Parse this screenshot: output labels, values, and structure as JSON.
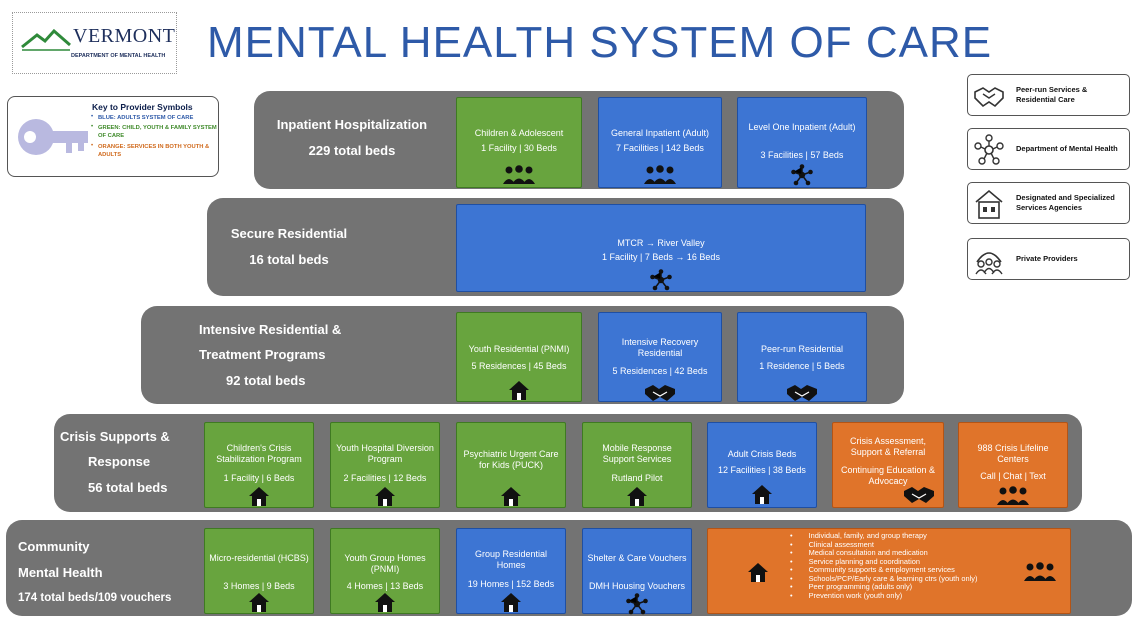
{
  "logo": {
    "name": "VERMONT",
    "department": "DEPARTMENT OF MENTAL HEALTH"
  },
  "title": "MENTAL HEALTH SYSTEM OF CARE",
  "key": {
    "title": "Key to Provider Symbols",
    "blue": "Blue: Adults system of care",
    "green": "Green: Child, Youth & Family system of care",
    "orange": "Orange: Services in both youth & Adults",
    "colors": {
      "blue": "#3d75d3",
      "green": "#68a43e",
      "orange": "#e0742a"
    }
  },
  "legend": [
    {
      "icon": "handshake-icon",
      "label": "Peer-run Services & Residential Care"
    },
    {
      "icon": "network-icon",
      "label": "Department of Mental Health"
    },
    {
      "icon": "building-icon",
      "label": "Designated and Specialized Services Agencies"
    },
    {
      "icon": "people-icon",
      "label": "Private Providers"
    }
  ],
  "tiers": {
    "inpatient": {
      "name": "Inpatient Hospitalization",
      "beds": "229 total beds"
    },
    "secure": {
      "name": "Secure Residential",
      "beds": "16 total beds"
    },
    "intensive": {
      "name1": "Intensive Residential &",
      "name2": "Treatment Programs",
      "beds": "92 total beds"
    },
    "crisis": {
      "name1": "Crisis Supports &",
      "name2": "Response",
      "beds": "56 total beds"
    },
    "community": {
      "name1": "Community",
      "name2": "Mental Health",
      "beds": "174 total beds/109 vouchers"
    }
  },
  "cards": {
    "children_adolescent": {
      "title": "Children & Adolescent",
      "detail": "1 Facility | 30 Beds",
      "icon": "people-icon"
    },
    "general_inpatient": {
      "title": "General Inpatient (Adult)",
      "detail": "7 Facilities | 142 Beds",
      "icon": "people-icon"
    },
    "level_one": {
      "title": "Level One Inpatient (Adult)",
      "detail": "3 Facilities | 57 Beds",
      "icon": "network-icon"
    },
    "mtcr": {
      "title": "MTCR → River Valley",
      "detail": "1 Facility | 7 Beds → 16 Beds",
      "icon": "network-icon"
    },
    "youth_residential": {
      "title": "Youth Residential (PNMI)",
      "detail": "5 Residences | 45 Beds",
      "icon": "house-icon"
    },
    "intensive_recovery": {
      "title": "Intensive Recovery Residential",
      "detail": "5 Residences | 42 Beds",
      "icon": "handshake-icon"
    },
    "peer_run": {
      "title": "Peer-run Residential",
      "detail": "1 Residence | 5 Beds",
      "icon": "handshake-icon"
    },
    "childrens_crisis": {
      "title": "Children's Crisis Stabilization Program",
      "detail": "1 Facility | 6 Beds",
      "icon": "house-icon"
    },
    "youth_hospital": {
      "title": "Youth Hospital Diversion Program",
      "detail": "2 Facilities | 12 Beds",
      "icon": "house-icon"
    },
    "puck": {
      "title": "Psychiatric Urgent Care for Kids (PUCK)",
      "icon": "house-icon"
    },
    "mobile_response": {
      "title": "Mobile Response Support Services",
      "detail": "Rutland Pilot",
      "icon": "house-icon"
    },
    "adult_crisis": {
      "title": "Adult Crisis Beds",
      "detail": "12 Facilities | 38 Beds",
      "icon": "house-icon"
    },
    "crisis_assessment": {
      "title": "Crisis Assessment, Support & Referral",
      "detail": "Continuing Education & Advocacy",
      "icon": "handshake-icon"
    },
    "crisis_988": {
      "title": "988 Crisis Lifeline Centers",
      "detail": "Call | Chat | Text",
      "icon": "people-icon"
    },
    "micro_residential": {
      "title": "Micro-residential (HCBS)",
      "detail": "3 Homes | 9 Beds",
      "icon": "house-icon"
    },
    "youth_group_homes": {
      "title": "Youth Group Homes (PNMI)",
      "detail": "4 Homes | 13 Beds",
      "icon": "house-icon"
    },
    "group_residential": {
      "title": "Group Residential Homes",
      "detail": "19 Homes | 152 Beds",
      "icon": "house-icon"
    },
    "shelter_care": {
      "title": "Shelter & Care Vouchers",
      "detail": "DMH Housing Vouchers",
      "icon": "network-icon"
    },
    "community_services": {
      "items": [
        "Individual, family, and group therapy",
        "Clinical assessment",
        "Medical consultation and medication",
        "Service planning and coordination",
        "Community supports & employment services",
        "Schools/PCP/Early care & learning ctrs (youth only)",
        "Peer programming (adults only)",
        "Prevention work (youth only)"
      ]
    }
  }
}
